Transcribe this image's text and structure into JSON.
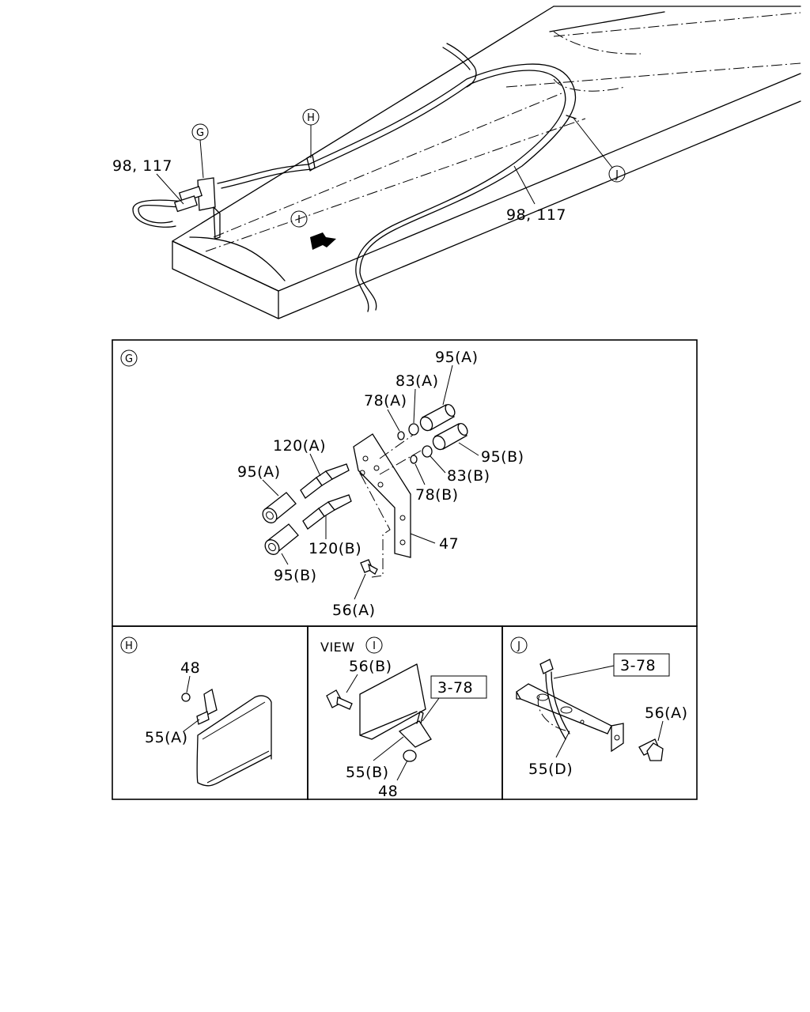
{
  "overview": {
    "callouts": {
      "g": "G",
      "h": "H",
      "i": "I",
      "j": "J"
    },
    "label_pipe_left": "98, 117",
    "label_pipe_right": "98, 117"
  },
  "panel_g": {
    "letter": "G",
    "labels": {
      "p95a_top": "95(A)",
      "p83a": "83(A)",
      "p78a": "78(A)",
      "p120a": "120(A)",
      "p95a_left": "95(A)",
      "p95b_right": "95(B)",
      "p83b": "83(B)",
      "p78b": "78(B)",
      "p47": "47",
      "p120b": "120(B)",
      "p95b_left": "95(B)",
      "p56a": "56(A)"
    }
  },
  "panel_h": {
    "letter": "H",
    "labels": {
      "p48": "48",
      "p55a": "55(A)"
    }
  },
  "panel_i": {
    "view_text": "VIEW",
    "letter": "I",
    "labels": {
      "p56b": "56(B)",
      "ref": "3-78",
      "p55b": "55(B)",
      "p48": "48"
    }
  },
  "panel_j": {
    "letter": "J",
    "labels": {
      "ref": "3-78",
      "p56a": "56(A)",
      "p55d": "55(D)"
    }
  }
}
